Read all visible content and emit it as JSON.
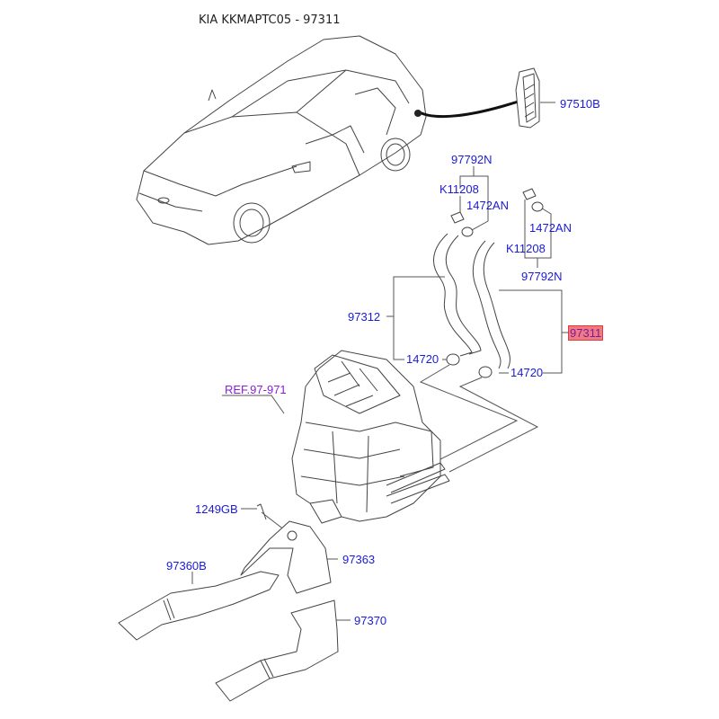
{
  "header": {
    "title": "KIA KKMAPTC05 - 97311"
  },
  "highlight_color": "#f07a80",
  "label_color": "#1b1bd6",
  "ref_color": "#8a1ee0",
  "callouts": {
    "p97510B": "97510B",
    "p97792N_a": "97792N",
    "pK11208_a": "K11208",
    "p1472AN_a": "1472AN",
    "p1472AN_b": "1472AN",
    "pK11208_b": "K11208",
    "p97792N_b": "97792N",
    "p97312": "97312",
    "p97311": "97311",
    "p14720_a": "14720",
    "p14720_b": "14720",
    "ref97971": "REF.97-971",
    "p1249GB": "1249GB",
    "p97363": "97363",
    "p97360B": "97360B",
    "p97370": "97370"
  },
  "components": [
    "vehicle-outline",
    "rear-vent-grille",
    "heater-hose-inlet",
    "heater-hose-outlet",
    "hose-clamps",
    "heater-blower-unit",
    "rear-floor-duct-center",
    "rear-floor-duct-left",
    "rear-floor-duct-right",
    "screw"
  ]
}
